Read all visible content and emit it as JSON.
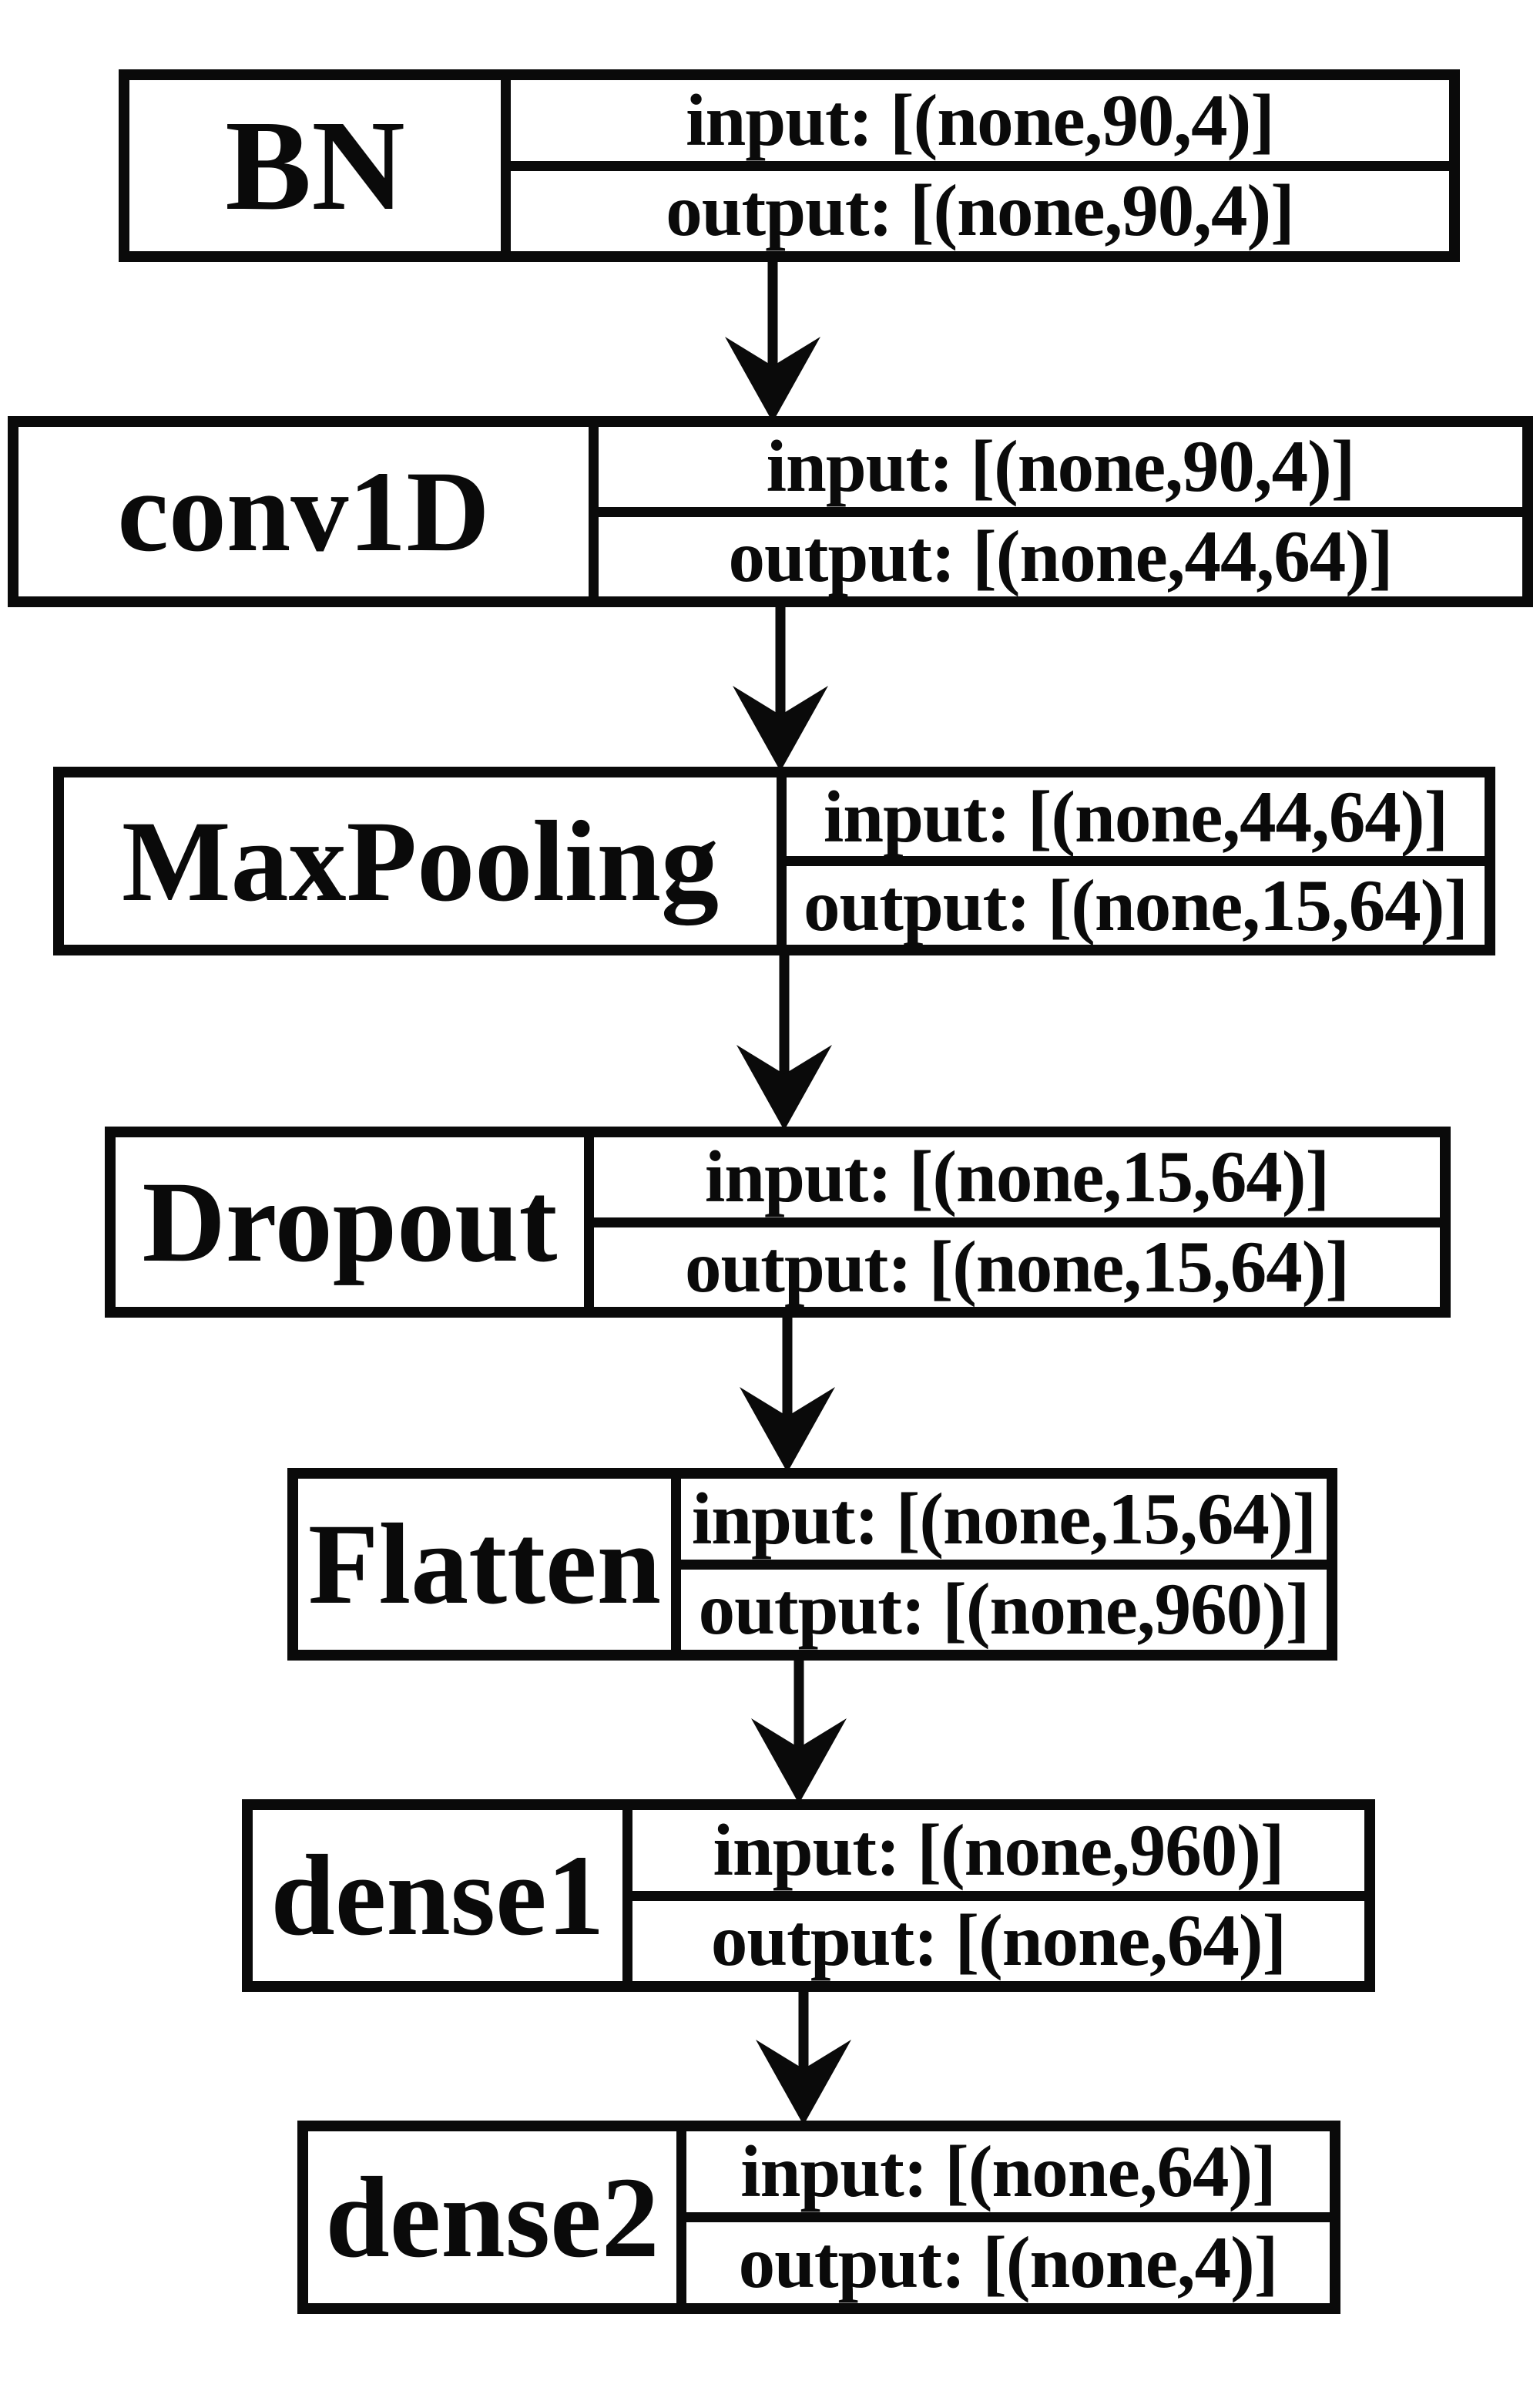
{
  "diagram": {
    "type": "neural-network-architecture-flowchart",
    "colors": {
      "ink": "#0a0a0a",
      "background": "#ffffff"
    },
    "icons": {
      "connector": "arrow-down-icon"
    },
    "layers": [
      {
        "name": "BN",
        "input": "input: [(none,90,4)]",
        "output": "output: [(none,90,4)]"
      },
      {
        "name": "conv1D",
        "input": "input: [(none,90,4)]",
        "output": "output: [(none,44,64)]"
      },
      {
        "name": "MaxPooling",
        "input": "input: [(none,44,64)]",
        "output": "output: [(none,15,64)]"
      },
      {
        "name": "Dropout",
        "input": "input: [(none,15,64)]",
        "output": "output: [(none,15,64)]"
      },
      {
        "name": "Flatten",
        "input": "input: [(none,15,64)]",
        "output": "output: [(none,960)]"
      },
      {
        "name": "dense1",
        "input": "input: [(none,960)]",
        "output": "output: [(none,64)]"
      },
      {
        "name": "dense2",
        "input": "input: [(none,64)]",
        "output": "output: [(none,4)]"
      }
    ]
  }
}
